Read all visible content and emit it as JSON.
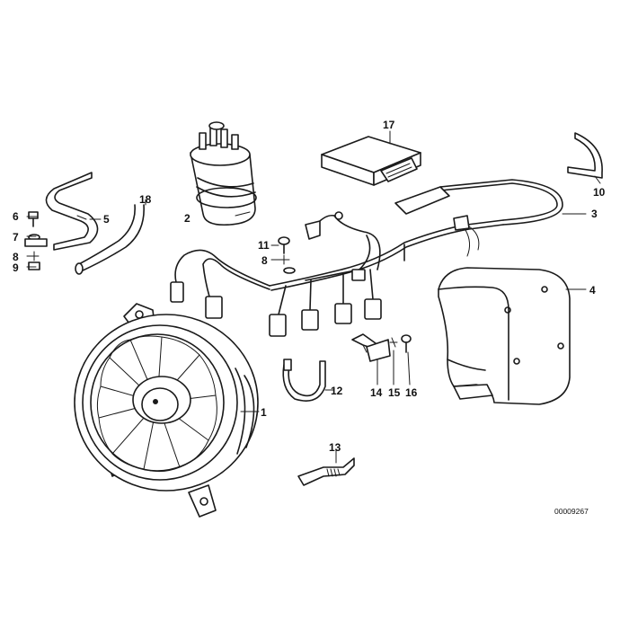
{
  "diagram": {
    "reference_number": "00009267",
    "parts": [
      {
        "id": "1",
        "label": "1"
      },
      {
        "id": "2",
        "label": "2"
      },
      {
        "id": "3",
        "label": "3"
      },
      {
        "id": "4",
        "label": "4"
      },
      {
        "id": "5",
        "label": "5"
      },
      {
        "id": "6",
        "label": "6"
      },
      {
        "id": "7",
        "label": "7"
      },
      {
        "id": "8a",
        "label": "8"
      },
      {
        "id": "8b",
        "label": "8"
      },
      {
        "id": "9",
        "label": "9"
      },
      {
        "id": "10",
        "label": "10"
      },
      {
        "id": "11",
        "label": "11"
      },
      {
        "id": "12",
        "label": "12"
      },
      {
        "id": "13",
        "label": "13"
      },
      {
        "id": "14",
        "label": "14"
      },
      {
        "id": "15",
        "label": "15"
      },
      {
        "id": "16",
        "label": "16"
      },
      {
        "id": "17",
        "label": "17"
      },
      {
        "id": "18",
        "label": "18"
      }
    ]
  }
}
